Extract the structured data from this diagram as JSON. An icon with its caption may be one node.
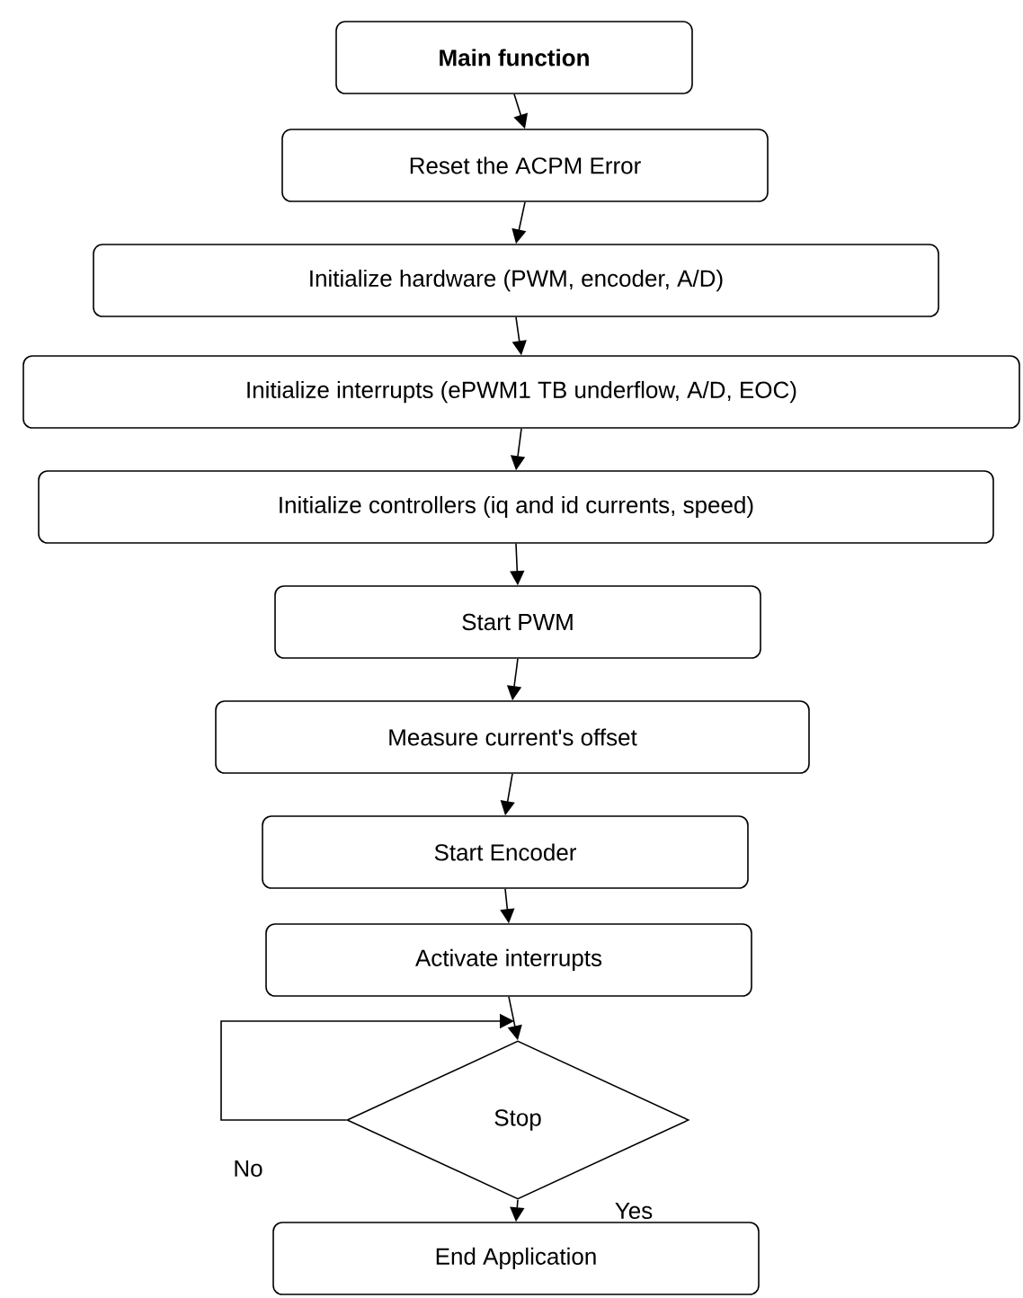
{
  "diagram": {
    "nodes": [
      {
        "text": [
          "Main function"
        ]
      },
      {
        "text": [
          "Reset the ACPM Error"
        ]
      },
      {
        "text": [
          "Initialize hardware (PWM, encoder, A/D)"
        ]
      },
      {
        "text": [
          "Initialize interrupts (ePWM1 TB underflow, A/D, EOC)"
        ]
      },
      {
        "text": [
          "Initialize controllers (iq and id currents, speed)"
        ]
      },
      {
        "text": [
          "Start PWM"
        ]
      },
      {
        "text": [
          "Measure current's offset"
        ]
      },
      {
        "text": [
          "Start Encoder"
        ]
      },
      {
        "text": [
          "Activate interrupts"
        ]
      },
      {
        "text": [
          "Stop"
        ]
      },
      {
        "text": [
          "End Application"
        ]
      }
    ],
    "edges": [
      {
        "from": 0,
        "to": 1,
        "arrow": "to"
      },
      {
        "from": 1,
        "to": 2,
        "arrow": "to"
      },
      {
        "from": 2,
        "to": 3,
        "arrow": "to"
      },
      {
        "from": 3,
        "to": 4,
        "arrow": "to"
      },
      {
        "from": 4,
        "to": 5,
        "arrow": "to"
      },
      {
        "from": 5,
        "to": 6,
        "arrow": "to"
      },
      {
        "from": 6,
        "to": 7,
        "arrow": "to"
      },
      {
        "from": 7,
        "to": 8,
        "arrow": "to"
      },
      {
        "from": 8,
        "to": 9,
        "arrow": "to"
      },
      {
        "from": 9,
        "to": 9,
        "arrow": "to",
        "label": "No"
      },
      {
        "from": 9,
        "to": 10,
        "arrow": "to",
        "label": "Yes"
      }
    ]
  }
}
